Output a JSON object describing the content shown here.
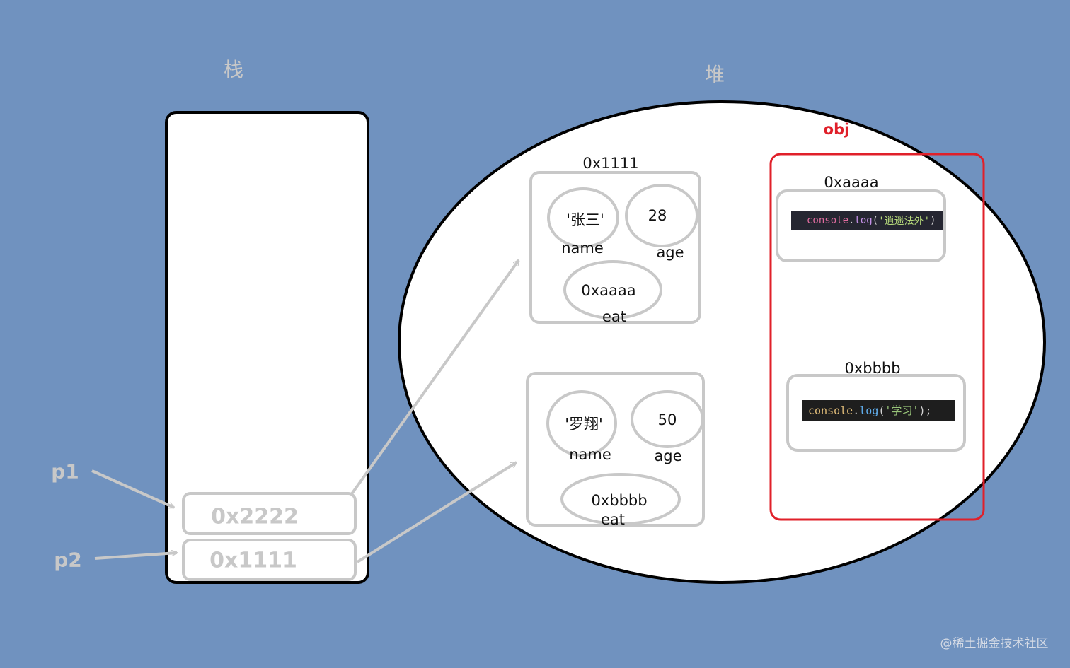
{
  "stack": {
    "title": "栈",
    "cells": [
      {
        "value": "0x2222",
        "pointer": "p1"
      },
      {
        "value": "0x1111",
        "pointer": "p2"
      }
    ]
  },
  "heap": {
    "title": "堆",
    "objects": [
      {
        "address": "0x1111",
        "name_value": "'张三'",
        "name_label": "name",
        "age_value": "28",
        "age_label": "age",
        "eat_value": "0xaaaa",
        "eat_label": "eat"
      },
      {
        "address": "",
        "name_value": "'罗翔'",
        "name_label": "name",
        "age_value": "50",
        "age_label": "age",
        "eat_value": "0xbbbb",
        "eat_label": "eat"
      }
    ],
    "obj_group": {
      "label": "obj",
      "functions": [
        {
          "address": "0xaaaa",
          "code": {
            "obj": "console",
            "dot": ".",
            "fn": "log",
            "open": "(",
            "str": "'逍遥法外'",
            "close": ")",
            "end": ""
          }
        },
        {
          "address": "0xbbbb",
          "code": {
            "obj": "console",
            "dot": ".",
            "fn": "log",
            "open": "(",
            "str": "'学习'",
            "close": ")",
            "end": ";"
          }
        }
      ]
    }
  },
  "watermark": "@稀土掘金技术社区",
  "colors": {
    "background": "#7092bf",
    "highlight": "#e0202a",
    "outline": "#c8c8c8"
  }
}
